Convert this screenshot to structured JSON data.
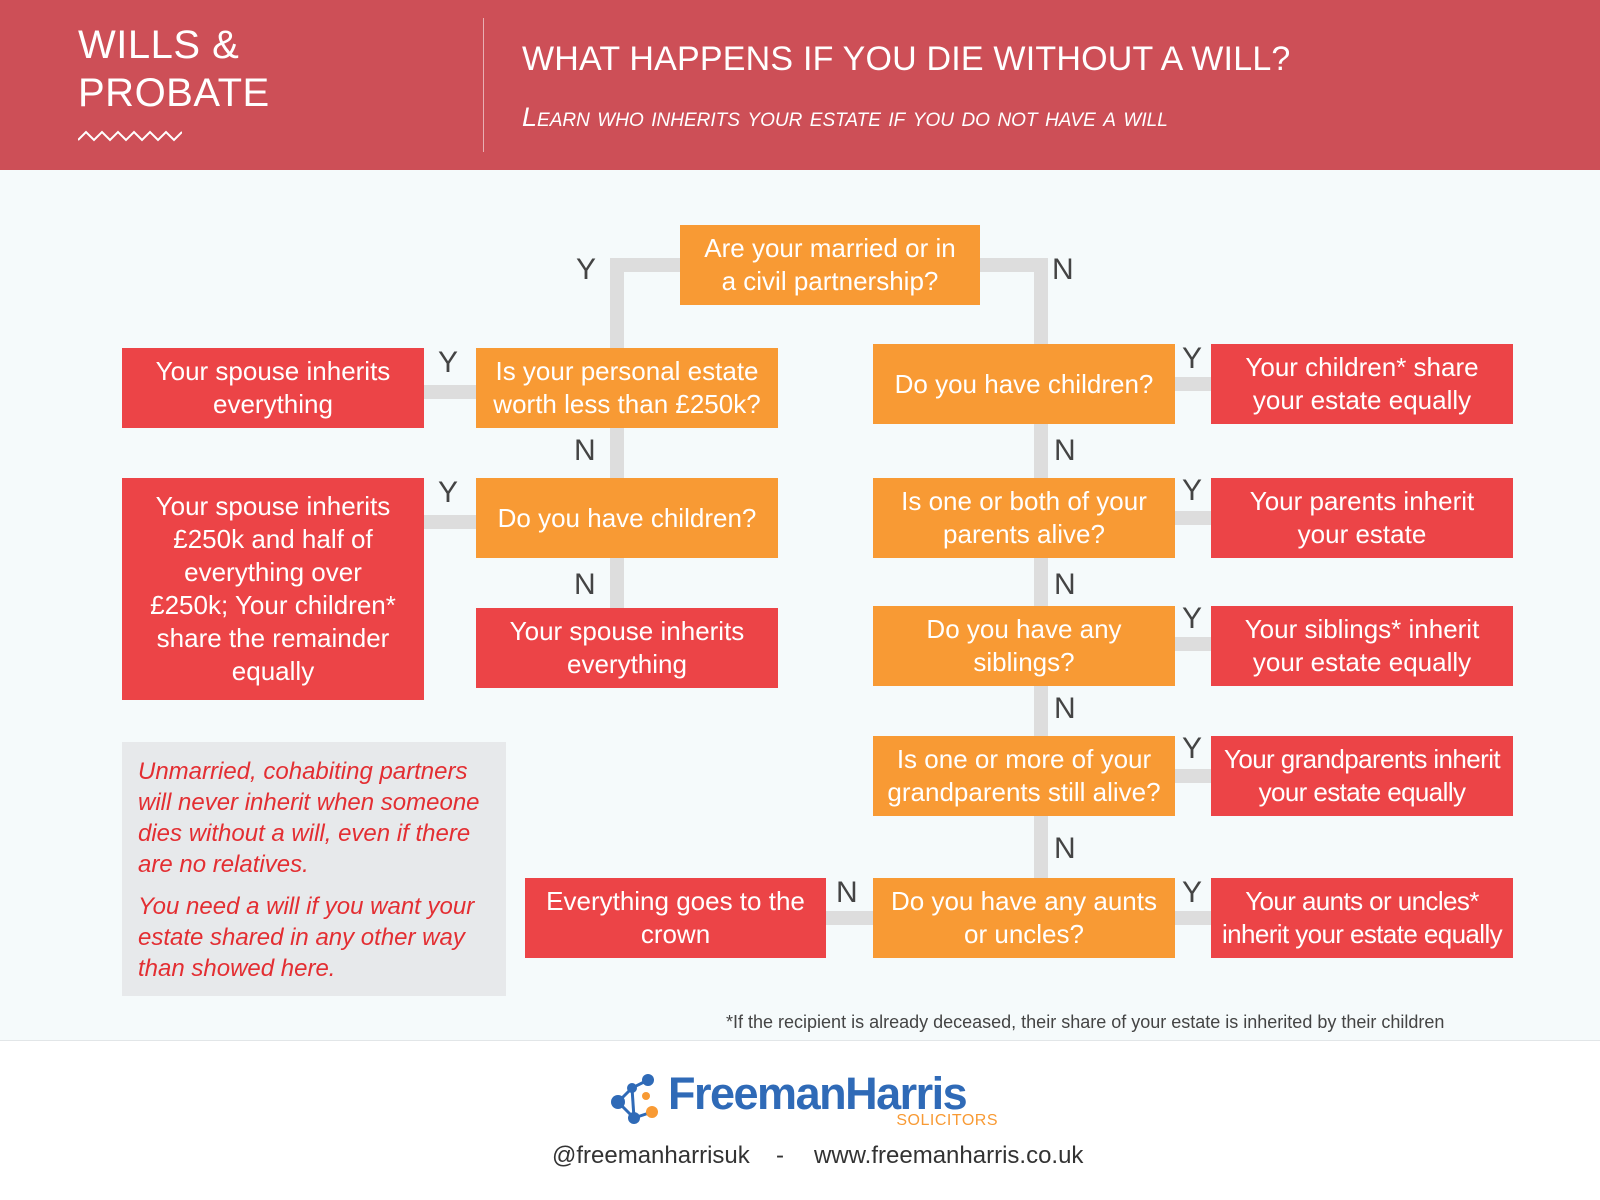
{
  "header": {
    "brand_line1": "WILLS &",
    "brand_line2": "PROBATE",
    "title": "WHAT HAPPENS IF YOU DIE WITHOUT A WILL?",
    "subtitle": "Learn who inherits your estate if you do not have a will"
  },
  "flow": {
    "start_question": [
      "Are your married or in",
      "a civil partnership?"
    ],
    "married": {
      "estate_question": [
        "Is your personal estate",
        "worth less than £250k?"
      ],
      "estate_yes": [
        "Your spouse inherits",
        "everything"
      ],
      "children_question": [
        "Do you have children?"
      ],
      "children_yes": [
        "Your spouse inherits",
        "£250k and half of",
        "everything over",
        "£250k; Your children*",
        "share the remainder",
        "equally"
      ],
      "children_no": [
        "Your spouse inherits",
        "everything"
      ]
    },
    "unmarried": {
      "children_question": [
        "Do you have children?"
      ],
      "children_yes": [
        "Your children* share",
        "your estate equally"
      ],
      "parents_question": [
        "Is one or both of your",
        "parents alive?"
      ],
      "parents_yes": [
        "Your parents inherit",
        "your estate"
      ],
      "siblings_question": [
        "Do you have any",
        "siblings?"
      ],
      "siblings_yes": [
        "Your siblings* inherit",
        "your estate equally"
      ],
      "grandparents_question": [
        "Is one or more of your",
        "grandparents still alive?"
      ],
      "grandparents_yes": [
        "Your grandparents inherit",
        "your estate equally"
      ],
      "aunts_question": [
        "Do you have any aunts",
        "or uncles?"
      ],
      "aunts_yes": [
        "Your aunts or uncles*",
        "inherit your estate equally"
      ],
      "aunts_no": [
        "Everything goes to the",
        "crown"
      ]
    },
    "yes_label": "Y",
    "no_label": "N"
  },
  "note": {
    "paragraph1": [
      "Unmarried, cohabiting partners",
      "will never inherit when someone",
      "dies without a will, even if there",
      "are no relatives."
    ],
    "paragraph2": [
      "You need a will if you want your",
      "estate shared in any other way",
      "than showed here."
    ]
  },
  "footnote": "*If the recipient is already deceased, their share of your estate is inherited by their children",
  "footer": {
    "logo_text": "FreemanHarris",
    "logo_subtext": "SOLICITORS",
    "twitter": "@freemanharrisuk",
    "separator": "-",
    "website": "www.freemanharris.co.uk"
  },
  "colors": {
    "header_bg": "#cd4f57",
    "question_box": "#f89a34",
    "result_box": "#ec4447",
    "connector": "#dddddd",
    "note_text": "#e32e32",
    "logo_blue": "#2f6ab7",
    "logo_orange": "#f89a34"
  }
}
